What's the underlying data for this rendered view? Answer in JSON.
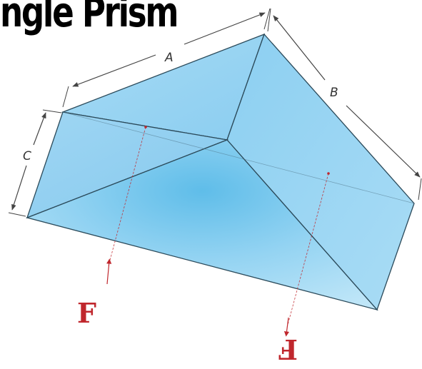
{
  "title": "ngle Prism",
  "dimensions": {
    "a": "A",
    "b": "B",
    "c": "C"
  },
  "forces": {
    "left": "F",
    "right": "F"
  },
  "colors": {
    "prism_face_light": "#b6e2f7",
    "prism_face_mid": "#8fd0f2",
    "prism_edge": "#2b4a5a",
    "force_color": "#c0272d",
    "dimension_line": "#444444"
  }
}
